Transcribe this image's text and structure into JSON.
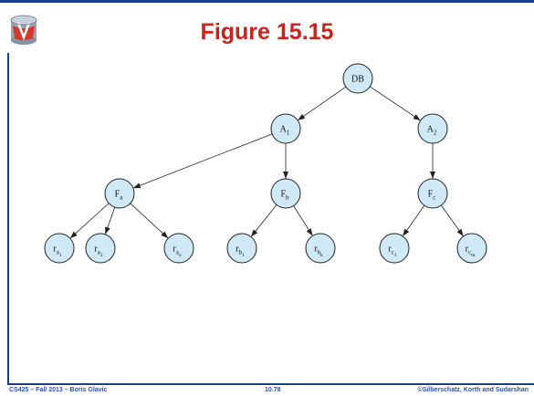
{
  "slide": {
    "title": "Figure 15.15",
    "footer_left": "CS425 – Fall 2013 – Boris Glavic",
    "footer_center": "10.78",
    "footer_right": "©Silberschatz, Korth and Sudarshan",
    "accent_color": "#1e3f8f",
    "title_color": "#c8241f",
    "node_fill": "#cfe9f6",
    "logo_icon": "database-logo-icon"
  },
  "diagram": {
    "nodes": [
      {
        "id": "DB",
        "base": "DB",
        "sub": "",
        "subsub": ""
      },
      {
        "id": "A1",
        "base": "A",
        "sub": "1",
        "subsub": ""
      },
      {
        "id": "A2",
        "base": "A",
        "sub": "2",
        "subsub": ""
      },
      {
        "id": "Fa",
        "base": "F",
        "sub": "a",
        "subsub": ""
      },
      {
        "id": "Fb",
        "base": "F",
        "sub": "b",
        "subsub": ""
      },
      {
        "id": "Fc",
        "base": "F",
        "sub": "c",
        "subsub": ""
      },
      {
        "id": "ra1",
        "base": "r",
        "sub": "a",
        "subsub": "1"
      },
      {
        "id": "ra2",
        "base": "r",
        "sub": "a",
        "subsub": "2"
      },
      {
        "id": "ran",
        "base": "r",
        "sub": "a",
        "subsub": "n"
      },
      {
        "id": "rb1",
        "base": "r",
        "sub": "b",
        "subsub": "1"
      },
      {
        "id": "rbk",
        "base": "r",
        "sub": "b",
        "subsub": "k"
      },
      {
        "id": "rc1",
        "base": "r",
        "sub": "c",
        "subsub": "1"
      },
      {
        "id": "rcm",
        "base": "r",
        "sub": "c",
        "subsub": "m"
      }
    ],
    "edges": [
      [
        "DB",
        "A1"
      ],
      [
        "DB",
        "A2"
      ],
      [
        "A1",
        "Fa"
      ],
      [
        "A1",
        "Fb"
      ],
      [
        "A2",
        "Fc"
      ],
      [
        "Fa",
        "ra1"
      ],
      [
        "Fa",
        "ra2"
      ],
      [
        "Fa",
        "ran"
      ],
      [
        "Fb",
        "rb1"
      ],
      [
        "Fb",
        "rbk"
      ],
      [
        "Fc",
        "rc1"
      ],
      [
        "Fc",
        "rcm"
      ]
    ]
  }
}
